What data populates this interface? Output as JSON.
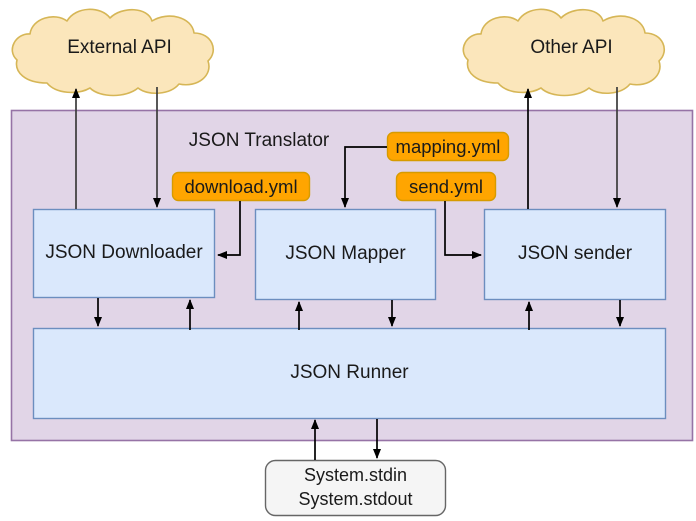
{
  "diagram": {
    "title": "JSON Translator architecture diagram",
    "colors": {
      "cloud_fill": "#fbe6bb",
      "cloud_stroke": "#d6b656",
      "container_fill": "#e1d5e7",
      "container_stroke": "#9673a6",
      "box_fill": "#dae8fc",
      "box_stroke": "#6c8ebf",
      "yaml_fill": "#ffa500",
      "yaml_stroke": "#d79b00",
      "system_fill": "#f5f5f5",
      "system_stroke": "#666666",
      "arrow": "#000000",
      "text": "#1a1a1a"
    },
    "clouds": [
      {
        "id": "external-api",
        "label": "External API"
      },
      {
        "id": "other-api",
        "label": "Other API"
      }
    ],
    "container": {
      "label": "JSON Translator"
    },
    "components": [
      {
        "id": "json-downloader",
        "label": "JSON Downloader"
      },
      {
        "id": "json-mapper",
        "label": "JSON Mapper"
      },
      {
        "id": "json-sender",
        "label": "JSON sender"
      },
      {
        "id": "json-runner",
        "label": "JSON Runner"
      }
    ],
    "config_files": [
      {
        "id": "download-yml",
        "label": "download.yml"
      },
      {
        "id": "mapping-yml",
        "label": "mapping.yml"
      },
      {
        "id": "send-yml",
        "label": "send.yml"
      }
    ],
    "system_io": {
      "id": "system-io",
      "line1": "System.stdin",
      "line2": "System.stdout"
    }
  }
}
